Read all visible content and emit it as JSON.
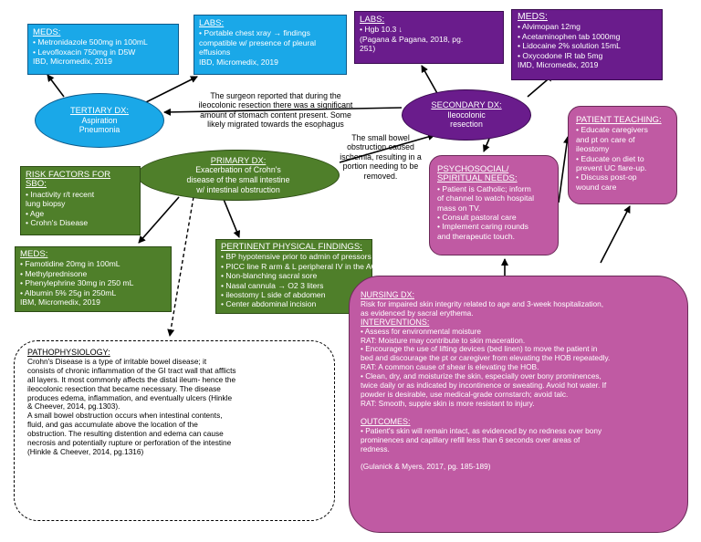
{
  "tertiary_dx": {
    "title": "TERTIARY DX:",
    "lines": [
      "Aspiration",
      "Pneumonia"
    ]
  },
  "secondary_dx": {
    "title": "SECONDARY DX:",
    "lines": [
      "Ileocolonic",
      "resection"
    ]
  },
  "primary_dx": {
    "title": "PRIMARY DX:",
    "lines": [
      "Exacerbation of Crohn's",
      "disease of the small intestine",
      "w/ intestinal obstruction"
    ]
  },
  "meds_tertiary": {
    "title": "MEDS:",
    "lines": [
      "• Metronidazole 500mg in 100mL",
      "• Levofloxacin 750mg in D5W",
      "IBD, Micromedix, 2019"
    ]
  },
  "labs_tertiary": {
    "title": "LABS:",
    "lines": [
      "• Portable chest xray → findings",
      "compatible w/ presence of pleural",
      "effusions",
      "IBD, Micromedix, 2019"
    ]
  },
  "labs_secondary": {
    "title": "LABS:",
    "lines": [
      "• Hgb 10.3 ↓",
      "(Pagana & Pagana, 2018, pg.",
      "251)"
    ]
  },
  "meds_secondary": {
    "title": "MEDS:",
    "lines": [
      "• Alvimopan 12mg",
      "• Acetaminophen tab 1000mg",
      "• Lidocaine 2% solution 15mL",
      "• Oxycodone IR tab 5mg",
      "IMD, Micromedix, 2019"
    ]
  },
  "note_surgeon": [
    "The surgeon reported that during the",
    "ileocolonic resection there was a significant",
    "amount of stomach content present. Some",
    "likely migrated towards the esophagus"
  ],
  "note_obstruction": [
    "The small bowel",
    "obstruction caused",
    "ischemia, resulting in a",
    "portion needing to be",
    "removed."
  ],
  "risk_factors": {
    "title": "RISK FACTORS FOR",
    "title2": "SBO:",
    "lines": [
      "• Inactivity r/t recent",
      "lung biopsy",
      "• Age",
      "• Crohn's Disease"
    ]
  },
  "meds_primary": {
    "title": "MEDS:",
    "lines": [
      "• Famotidine 20mg in 100mL",
      "• Methylprednisone",
      "• Phenylephrine 30mg in 250 mL",
      "• Albumin 5% 25g in 250mL",
      "IBM, Micromedix, 2019"
    ]
  },
  "physical_findings": {
    "title": "PERTINENT PHYSICAL FINDINGS:",
    "lines": [
      "• BP hypotensive prior to admin of pressors",
      "• PICC line R arm & L peripheral IV in the AC",
      "• Non-blanching sacral sore",
      "• Nasal cannula → O2 3 liters",
      "• ileostomy L side of abdomen",
      "• Center abdominal incision"
    ]
  },
  "psychosocial": {
    "title": "PSYCHOSOCIAL/",
    "title2": "SPIRITUAL NEEDS:",
    "lines": [
      "• Patient is Catholic; inform",
      "of channel to watch hospital",
      "mass on TV.",
      "• Consult pastoral care",
      "• Implement caring rounds",
      "and therapeutic touch."
    ]
  },
  "patient_teaching": {
    "title": "PATIENT TEACHING:",
    "lines": [
      "• Educate caregivers",
      "and pt on care of",
      "ileostomy",
      "• Educate on diet to",
      "prevent UC flare-up.",
      "• Discuss post-op",
      "wound care"
    ]
  },
  "pathophysiology": {
    "title": "PATHOPHYSIOLOGY:",
    "lines": [
      "Crohn's Disease is a type of irritable bowel disease; it",
      "consists of chronic inflammation of the GI tract wall that afflicts",
      "all layers. It most commonly affects the distal ileum- hence the",
      "ileocolonic resection that became necessary. The disease",
      "produces edema, inflammation, and eventually ulcers (Hinkle",
      "& Cheever, 2014, pg.1303).",
      "A small bowel obstruction occurs when intestinal contents,",
      "fluid, and gas accumulate above the location of the",
      "obstruction. The resulting distention and edema can cause",
      "necrosis and potentially rupture or perforation of the intestine",
      "(Hinkle & Cheever, 2014, pg.1316)"
    ]
  },
  "nursing_dx": {
    "title": "NURSING DX:",
    "dx_lines": [
      "Risk for impaired skin integrity related to age and 3-week hospitalization,",
      "as evidenced by sacral erythema."
    ],
    "interventions_title": "INTERVENTIONS:",
    "interventions": [
      "• Assess for environmental moisture",
      "RAT: Moisture may contribute to skin maceration.",
      "• Encourage the use of lifting devices (bed linen) to move the patient in",
      "bed and discourage the pt or caregiver from elevating the HOB repeatedly.",
      "RAT: A common cause of shear is elevating the HOB.",
      "• Clean, dry, and moisturize the skin, especially over bony prominences,",
      "twice daily or as indicated by incontinence or sweating. Avoid hot water. If",
      "powder is desirable, use medical-grade cornstarch; avoid talc.",
      "RAT: Smooth, supple skin is more resistant to injury."
    ],
    "outcomes_title": "OUTCOMES:",
    "outcomes": [
      "• Patient's skin will remain intact, as evidenced by no redness over bony",
      "prominences and capillary refill less than 6 seconds over areas of",
      "redness."
    ],
    "citation": "(Gulanick & Myers, 2017, pg. 185-189)"
  },
  "colors": {
    "blue": "#1aa8e8",
    "purple": "#6a1c8c",
    "green": "#4f7f2a",
    "pink": "#c05aa3"
  }
}
